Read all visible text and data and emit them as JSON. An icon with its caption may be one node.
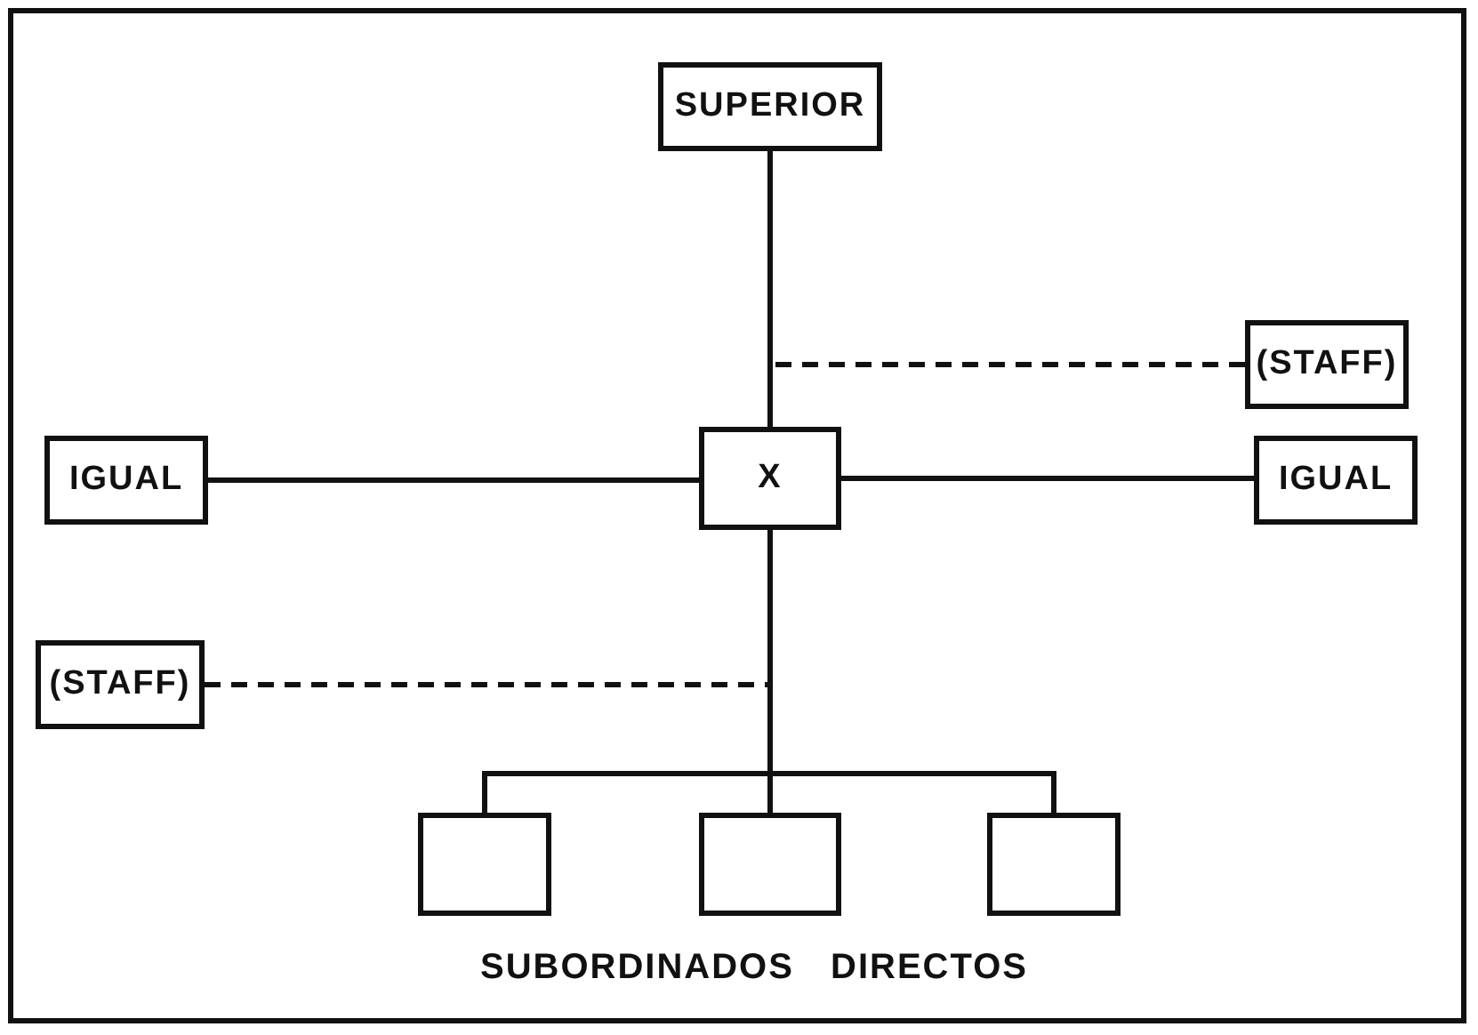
{
  "diagram": {
    "nodes": [
      {
        "text": [
          "SUPERIOR"
        ]
      },
      {
        "text": [
          "(STAFF)"
        ]
      },
      {
        "text": [
          "IGUAL"
        ]
      },
      {
        "text": [
          "X"
        ]
      },
      {
        "text": [
          "IGUAL"
        ]
      },
      {
        "text": [
          "(STAFF)"
        ]
      },
      {
        "text": [],
        "shape": "box"
      },
      {
        "text": [],
        "shape": "box"
      },
      {
        "text": [],
        "shape": "box"
      }
    ],
    "edges": [
      {
        "from": 0,
        "to": 3,
        "arrow": "none"
      },
      {
        "from": 1,
        "to": null,
        "arrow": "none",
        "style": "dashed"
      },
      {
        "from": 2,
        "to": 3,
        "arrow": "none"
      },
      {
        "from": 3,
        "to": 4,
        "arrow": "none"
      },
      {
        "from": 5,
        "to": null,
        "arrow": "none",
        "style": "dashed"
      },
      {
        "from": 3,
        "to": 6,
        "arrow": "none"
      },
      {
        "from": 3,
        "to": 7,
        "arrow": "none"
      },
      {
        "from": 3,
        "to": 8,
        "arrow": "none"
      }
    ],
    "labels": [
      "SUBORDINADOS DIRECTOS"
    ]
  }
}
